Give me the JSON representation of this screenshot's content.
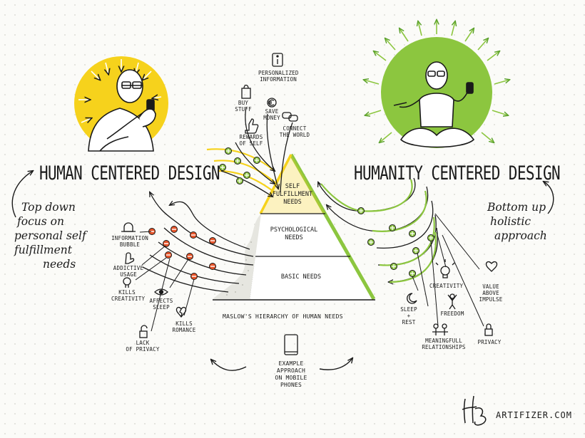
{
  "titles": {
    "left": "HUMAN CENTERED DESIGN",
    "right": "HUMANITY CENTERED DESIGN"
  },
  "notes": {
    "left": [
      "Top down",
      "focus on",
      "personal self",
      "fulfillment",
      "needs"
    ],
    "right": [
      "Bottom up",
      "holistic",
      "approach"
    ]
  },
  "pyramid": {
    "top": [
      "SELF",
      "FULFILLMENT",
      "NEEDS"
    ],
    "middle": [
      "PSYCHOLOGICAL",
      "NEEDS"
    ],
    "bottom": "BASIC NEEDS",
    "caption": "MASLOW'S HIERARCHY OF HUMAN NEEDS"
  },
  "center": {
    "example": [
      "EXAMPLE",
      "APPROACH",
      "ON MOBILE",
      "PHONES"
    ]
  },
  "positives": {
    "personalized": [
      "PERSONALIZED",
      "INFORMATION"
    ],
    "buy": [
      "BUY",
      "STUFF"
    ],
    "save": [
      "SAVE",
      "MONEY"
    ],
    "rewards": [
      "REWARDS",
      "OF SELF"
    ],
    "connect": [
      "CONNECT",
      "THE WORLD"
    ]
  },
  "negatives": {
    "bubble": [
      "INFORMATION",
      "BUBBLE"
    ],
    "addictive": [
      "ADDICTIVE",
      "USAGE"
    ],
    "creativity": [
      "KILLS",
      "CREATIVITY"
    ],
    "sleep": [
      "AFFECTS",
      "SLEEP"
    ],
    "romance": [
      "KILLS",
      "ROMANCE"
    ],
    "privacy": [
      "LACK",
      "OF PRIVACY"
    ]
  },
  "humanity": {
    "creativity": "CREATIVITY",
    "value": [
      "VALUE",
      "ABOVE",
      "IMPULSE"
    ],
    "sleep": [
      "SLEEP",
      "+",
      "REST"
    ],
    "freedom": "FREEDOM",
    "relationships": [
      "MEANINGFULL",
      "RELATIONSHIPS"
    ],
    "privacy": "PRIVACY"
  },
  "brand": "ARTIFIZER.COM",
  "colors": {
    "yellow": "#f6d21c",
    "green": "#8cc63f",
    "red": "#e8552a",
    "green_dark": "#3f7a1d",
    "ink": "#1a1a1a"
  }
}
